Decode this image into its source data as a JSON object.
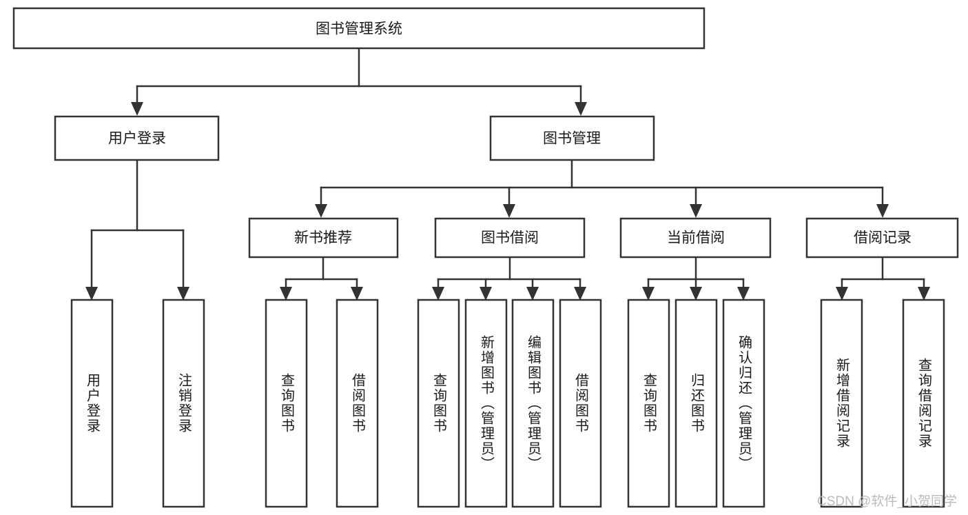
{
  "diagram": {
    "title": "图书管理系统",
    "type": "tree",
    "watermark": "CSDN @软件_小贺同学",
    "colors": {
      "stroke": "#333333",
      "fill": "#ffffff",
      "text": "#1a1a1a",
      "watermark": "#bbbbbb"
    },
    "nodes": {
      "root": {
        "label": "图书管理系统",
        "level": 1,
        "orientation": "horizontal"
      },
      "l2": [
        {
          "id": "user-login",
          "label": "用户登录",
          "level": 2,
          "orientation": "horizontal"
        },
        {
          "id": "book-manage",
          "label": "图书管理",
          "level": 2,
          "orientation": "horizontal"
        }
      ],
      "l3": [
        {
          "id": "new-book-rec",
          "label": "新书推荐",
          "level": 3,
          "orientation": "horizontal"
        },
        {
          "id": "book-borrow",
          "label": "图书借阅",
          "level": 3,
          "orientation": "horizontal"
        },
        {
          "id": "current-borrow",
          "label": "当前借阅",
          "level": 3,
          "orientation": "horizontal"
        },
        {
          "id": "borrow-record",
          "label": "借阅记录",
          "level": 3,
          "orientation": "horizontal"
        }
      ],
      "leaves": [
        {
          "id": "leaf-user-login",
          "label": "用户登录",
          "parent": "user-login",
          "orientation": "vertical"
        },
        {
          "id": "leaf-user-logout",
          "label": "注销登录",
          "parent": "user-login",
          "orientation": "vertical"
        },
        {
          "id": "leaf-query-book-1",
          "label": "查询图书",
          "parent": "new-book-rec",
          "orientation": "vertical"
        },
        {
          "id": "leaf-borrow-book-1",
          "label": "借阅图书",
          "parent": "new-book-rec",
          "orientation": "vertical"
        },
        {
          "id": "leaf-query-book-2",
          "label": "查询图书",
          "parent": "book-borrow",
          "orientation": "vertical"
        },
        {
          "id": "leaf-add-book",
          "label": "新增图书（管理员）",
          "parent": "book-borrow",
          "orientation": "vertical"
        },
        {
          "id": "leaf-edit-book",
          "label": "编辑图书（管理员）",
          "parent": "book-borrow",
          "orientation": "vertical"
        },
        {
          "id": "leaf-borrow-book-2",
          "label": "借阅图书",
          "parent": "book-borrow",
          "orientation": "vertical"
        },
        {
          "id": "leaf-query-book-3",
          "label": "查询图书",
          "parent": "current-borrow",
          "orientation": "vertical"
        },
        {
          "id": "leaf-return-book",
          "label": "归还图书",
          "parent": "current-borrow",
          "orientation": "vertical"
        },
        {
          "id": "leaf-confirm-return",
          "label": "确认归还（管理员）",
          "parent": "current-borrow",
          "orientation": "vertical"
        },
        {
          "id": "leaf-add-record",
          "label": "新增借阅记录",
          "parent": "borrow-record",
          "orientation": "vertical"
        },
        {
          "id": "leaf-query-record",
          "label": "查询借阅记录",
          "parent": "borrow-record",
          "orientation": "vertical"
        }
      ]
    }
  }
}
